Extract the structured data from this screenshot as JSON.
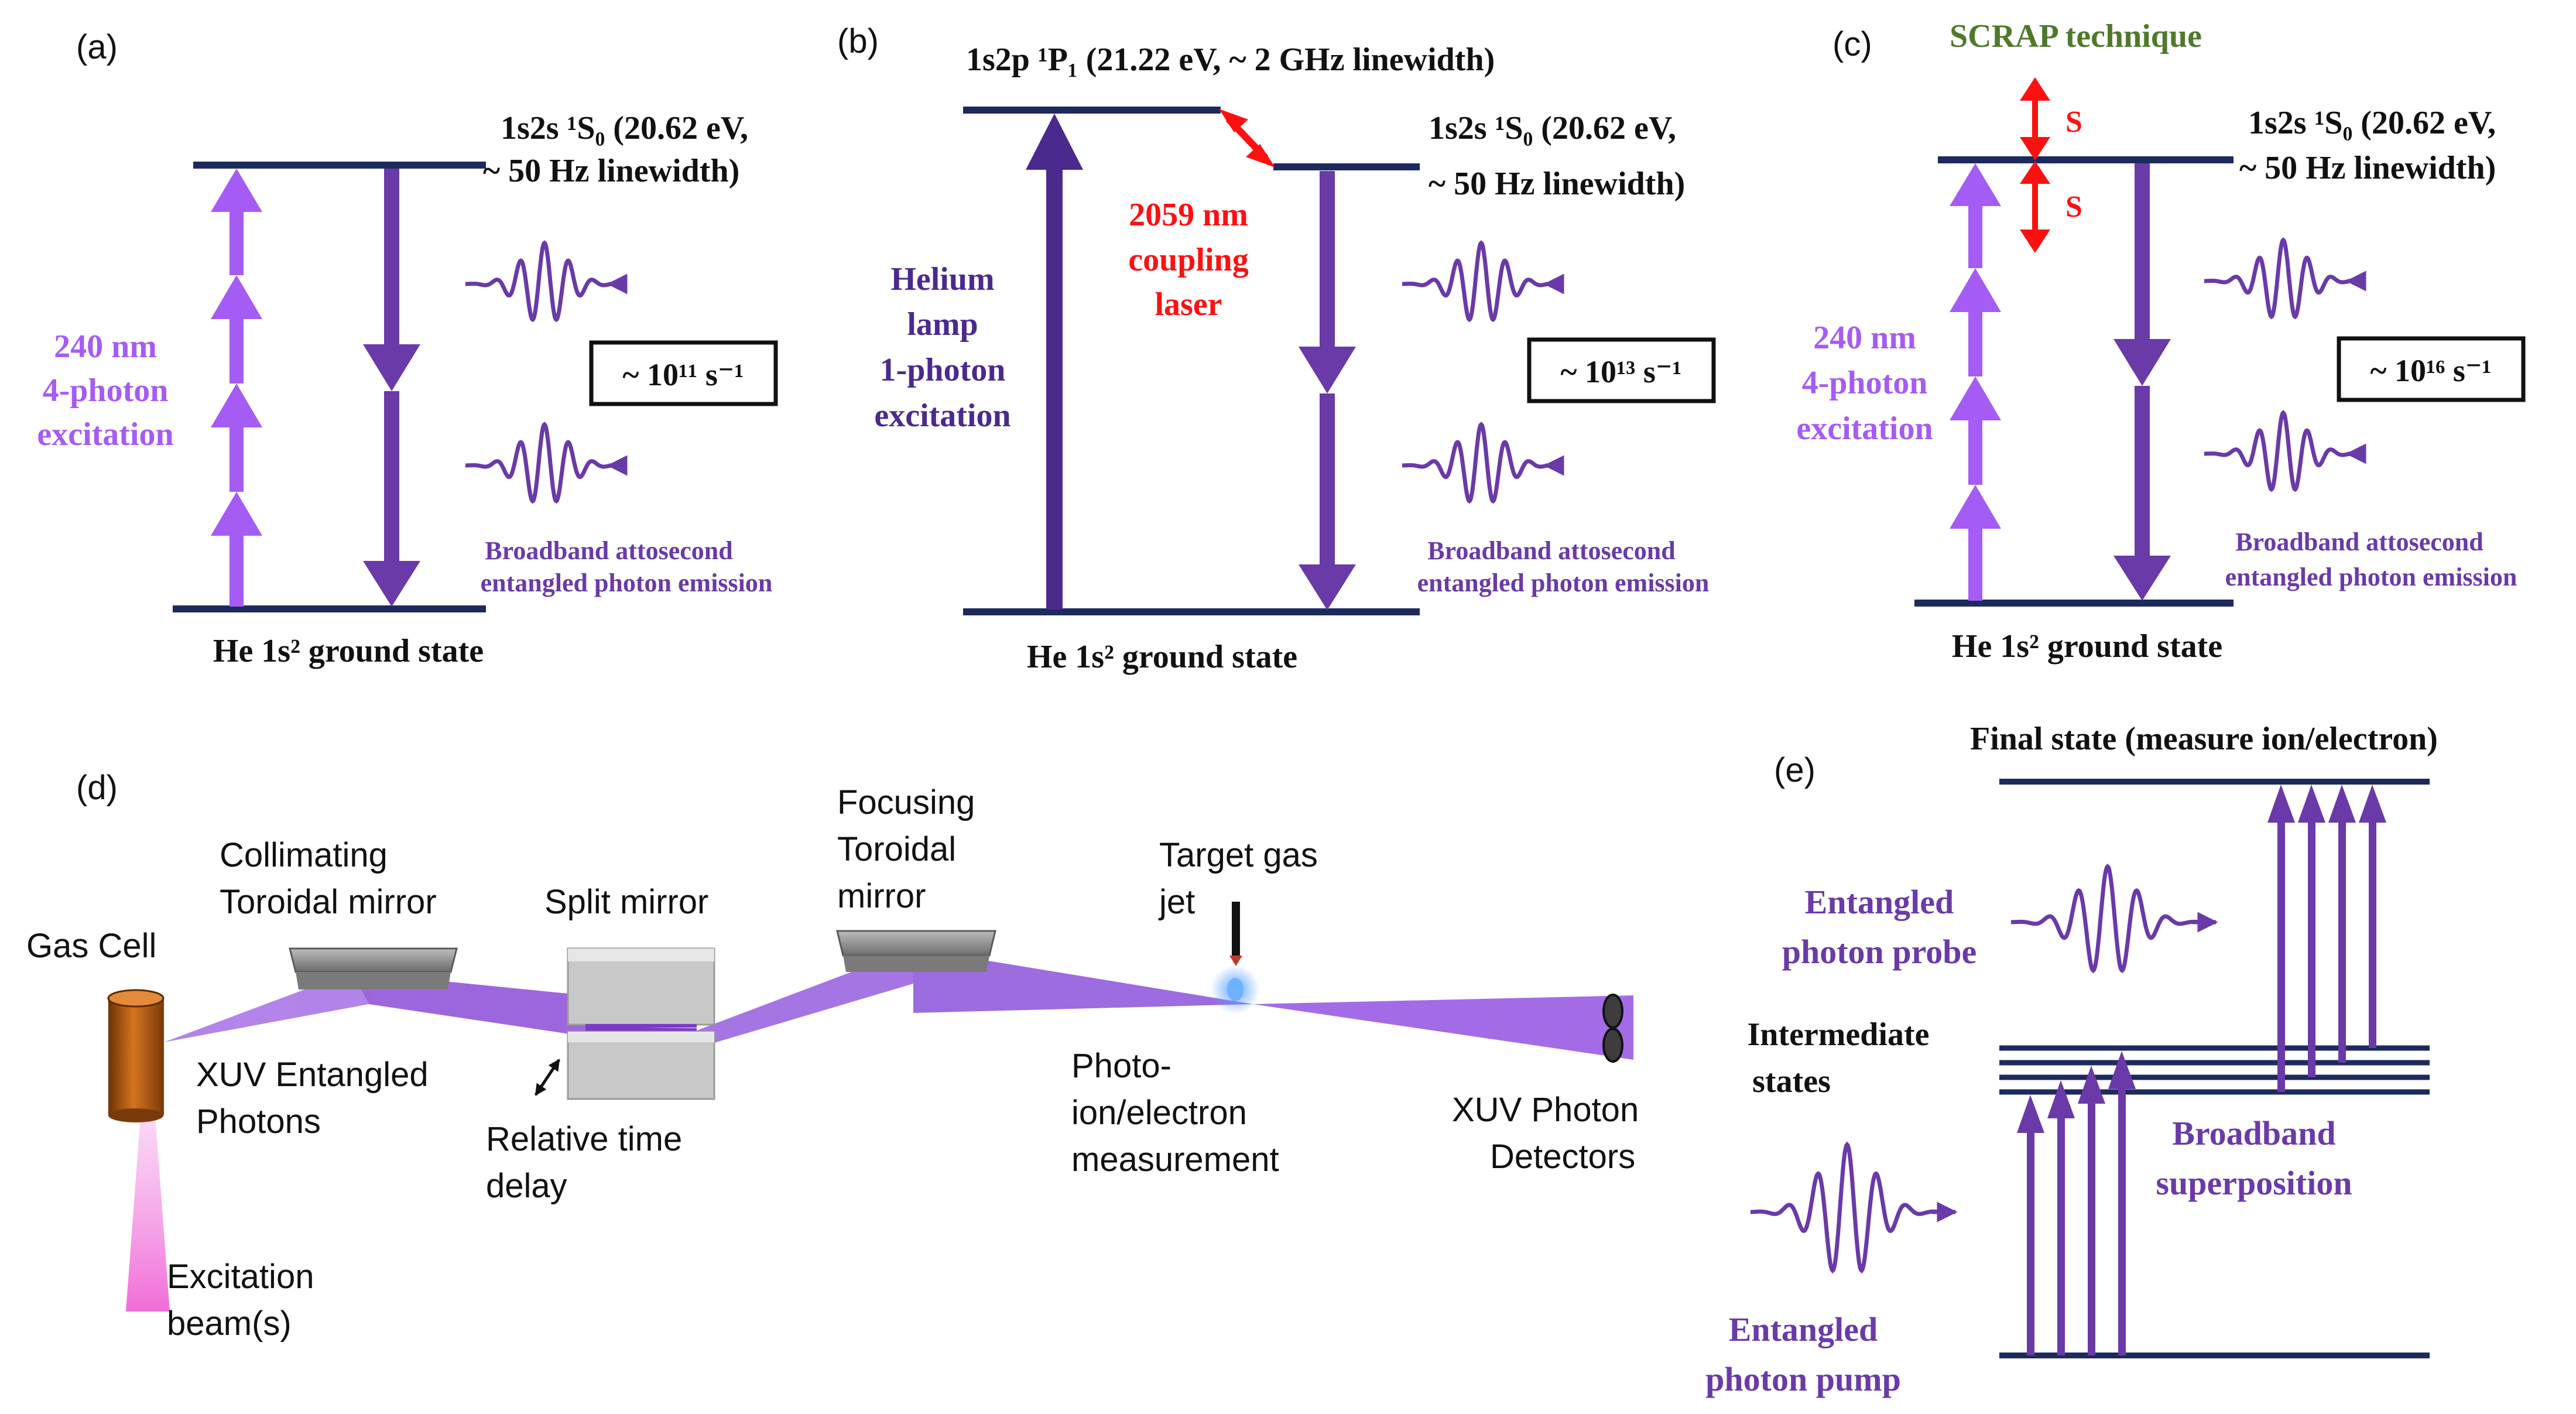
{
  "colors": {
    "level": "#1d2a5e",
    "pump_light": "#a45cf5",
    "emission": "#6a3aa8",
    "helium": "#4b2a8e",
    "coupling": "#ff1010",
    "scrap": "#4f7a2a",
    "beam": "#9a5ae0",
    "excitation_beam": "#f3a0e8",
    "cell": "#b85a14",
    "mirror": "#8d8d8d",
    "text_dark": "#111111"
  },
  "panel_a": {
    "tag": "(a)",
    "upper_level": "1s2s ¹S₀ (20.62 eV,",
    "upper_level_2": "~ 50 Hz linewidth)",
    "pump_1": "240 nm",
    "pump_2": "4-photon",
    "pump_3": "excitation",
    "rate": "~ 10¹¹ s⁻¹",
    "emission_1": "Broadband attosecond",
    "emission_2": "entangled photon emission",
    "ground": "He 1s² ground state"
  },
  "panel_b": {
    "tag": "(b)",
    "top_level": "1s2p ¹P₁ (21.22 eV, ~ 2 GHz linewidth)",
    "upper_level": "1s2s ¹S₀ (20.62 eV,",
    "upper_level_2": "~ 50 Hz linewidth)",
    "coupling_1": "2059 nm",
    "coupling_2": "coupling",
    "coupling_3": "laser",
    "lamp_1": "Helium",
    "lamp_2": "lamp",
    "lamp_3": "1-photon",
    "lamp_4": "excitation",
    "rate": "~ 10¹³ s⁻¹",
    "emission_1": "Broadband attosecond",
    "emission_2": "entangled photon emission",
    "ground": "He 1s² ground state"
  },
  "panel_c": {
    "tag": "(c)",
    "technique": "SCRAP technique",
    "stark_1": "S",
    "stark_2": "S",
    "upper_level": "1s2s ¹S₀ (20.62 eV,",
    "upper_level_2": "~ 50 Hz linewidth)",
    "pump_1": "240 nm",
    "pump_2": "4-photon",
    "pump_3": "excitation",
    "rate": "~ 10¹⁶ s⁻¹",
    "emission_1": "Broadband attosecond",
    "emission_2": "entangled photon emission",
    "ground": "He 1s² ground state"
  },
  "panel_d": {
    "tag": "(d)",
    "gas_cell": "Gas Cell",
    "collimating_1": "Collimating",
    "collimating_2": "Toroidal mirror",
    "split": "Split mirror",
    "focusing_1": "Focusing",
    "focusing_2": "Toroidal",
    "focusing_3": "mirror",
    "target_1": "Target gas",
    "target_2": "jet",
    "xuv_1": "XUV Entangled",
    "xuv_2": "Photons",
    "delay_1": "Relative time",
    "delay_2": "delay",
    "photo_1": "Photo-",
    "photo_2": "ion/electron",
    "photo_3": "measurement",
    "detectors_1": "XUV Photon",
    "detectors_2": "Detectors",
    "excitation_1": "Excitation",
    "excitation_2": "beam(s)"
  },
  "panel_e": {
    "tag": "(e)",
    "final": "Final state (measure ion/electron)",
    "probe_1": "Entangled",
    "probe_2": "photon probe",
    "intermediate_1": "Intermediate",
    "intermediate_2": "states",
    "broadband_1": "Broadband",
    "broadband_2": "superposition",
    "pump_1": "Entangled",
    "pump_2": "photon pump"
  }
}
